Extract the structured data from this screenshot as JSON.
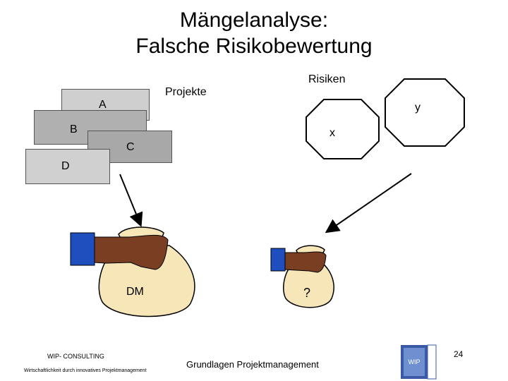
{
  "slide": {
    "title_line1": "Mängelanalyse:",
    "title_line2": "Falsche Risikobewertung",
    "projects_label": "Projekte",
    "risks_label": "Risiken",
    "projects": [
      {
        "label": "A",
        "color": "#cfcfcf"
      },
      {
        "label": "B",
        "color": "#b0b0b0"
      },
      {
        "label": "C",
        "color": "#a8a8a8"
      },
      {
        "label": "D",
        "color": "#d0d0d0"
      }
    ],
    "risks": [
      {
        "label": "y"
      },
      {
        "label": "x"
      }
    ],
    "bag_large_label": "DM",
    "bag_small_label": "?",
    "bag_color": "#f7e6b8",
    "cuff_color": "#1f4fbf",
    "hand_color": "#7a3f22"
  },
  "footer": {
    "company": "WIP- CONSULTING",
    "tagline": "Wirtschaftlichkeit durch innovatives Projektmanagement",
    "center_text": "Grundlagen Projektmanagement",
    "page_number": "24"
  }
}
